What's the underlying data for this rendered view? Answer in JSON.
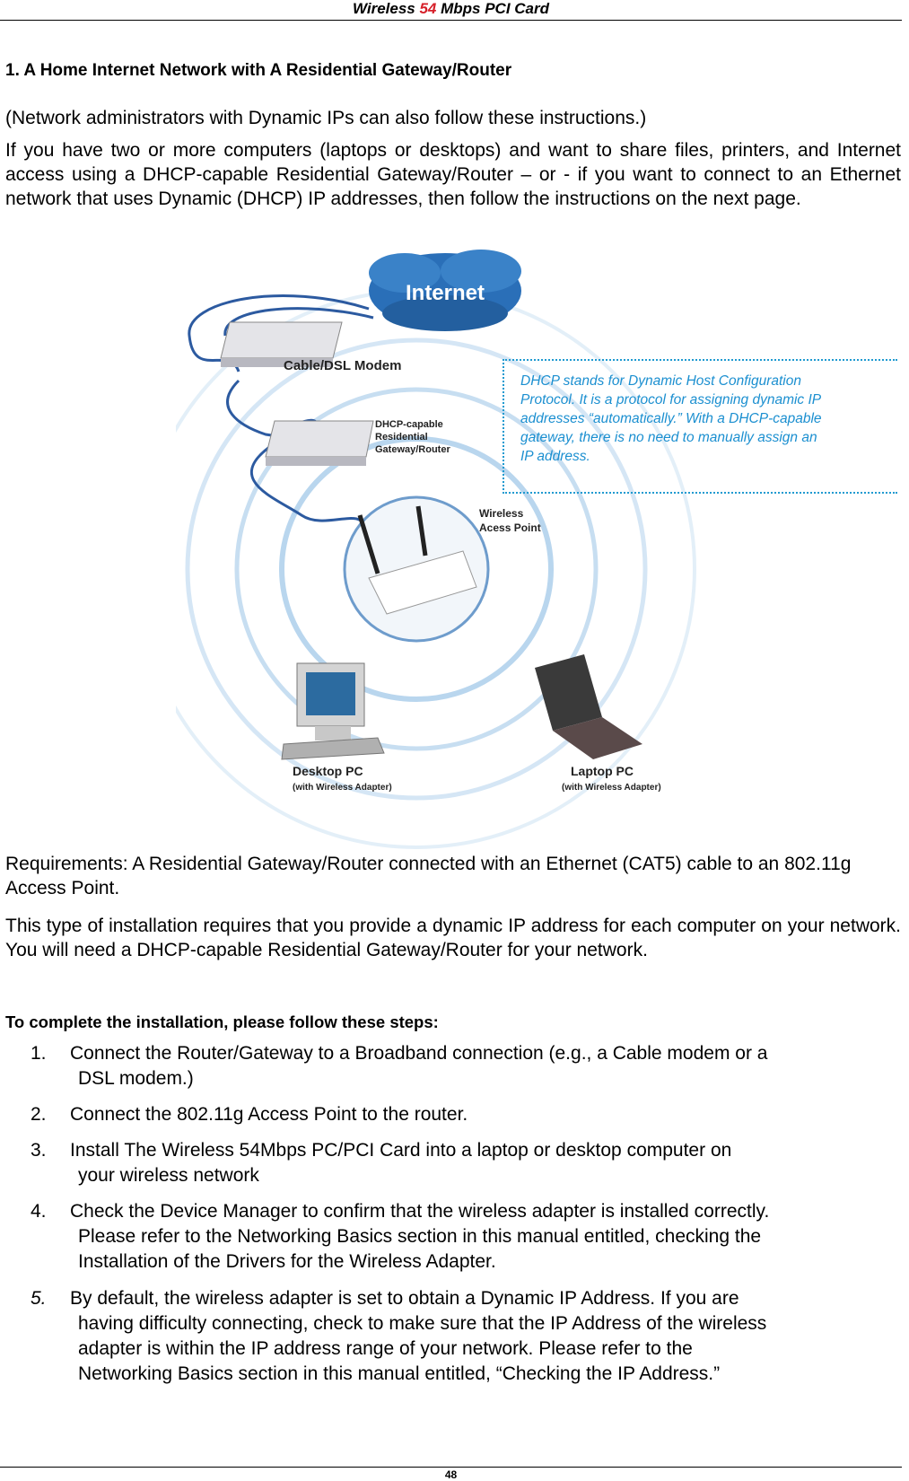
{
  "header": {
    "prefix": "Wireless ",
    "accent": "54",
    "suffix": " Mbps PCI Card"
  },
  "section_title": "1.  A Home Internet Network with A Residential Gateway/Router",
  "intro_note": "(Network administrators with Dynamic IPs can also follow these instructions.)",
  "intro_body": "If you have two or more computers (laptops or desktops) and want to share files, printers, and Internet access using a DHCP-capable Residential Gateway/Router – or - if you want to connect to an Ethernet network that uses Dynamic (DHCP) IP addresses, then follow the instructions on the next page.",
  "diagram": {
    "internet": "Internet",
    "modem": "Cable/DSL Modem",
    "router_lines": [
      "DHCP-capable",
      "Residential",
      "Gateway/Router"
    ],
    "ap_lines": [
      "Wireless",
      "Acess Point"
    ],
    "desktop_lines": [
      "Desktop PC",
      "(with Wireless Adapter)"
    ],
    "laptop_lines": [
      "Laptop PC",
      "(with Wireless Adapter)"
    ]
  },
  "callout_lines": [
    "DHCP stands for Dynamic Host Configuration",
    "Protocol.  It is a protocol for assigning dynamic IP",
    "addresses “automatically.”  With a DHCP-capable",
    "gateway, there is no need to manually assign an",
    "IP address."
  ],
  "requirements": "Requirements:  A Residential Gateway/Router connected with an Ethernet (CAT5) cable to an 802.11g Access Point.",
  "install_note": "This type of installation requires that you provide a dynamic IP address for each computer on your network. You will need a DHCP-capable Residential Gateway/Router for your network.",
  "steps_title": "To complete the installation, please follow these steps:",
  "steps": [
    {
      "num": "1.",
      "lines": [
        "Connect the Router/Gateway to a Broadband connection (e.g., a Cable modem or a",
        "DSL modem.)"
      ]
    },
    {
      "num": "2.",
      "lines": [
        "Connect the 802.11g Access Point to the router."
      ]
    },
    {
      "num": "3.",
      "lines": [
        "Install The Wireless 54Mbps PC/PCI Card into a laptop or desktop computer on",
        "your wireless network"
      ]
    },
    {
      "num": "4.",
      "lines": [
        "Check the Device Manager to confirm that the wireless adapter is installed correctly.",
        "Please refer to the Networking Basics section in this manual entitled, checking the",
        "Installation of the Drivers for the Wireless Adapter."
      ]
    },
    {
      "num": "5.",
      "lines": [
        "By default, the wireless adapter is set to obtain a Dynamic IP Address. If you are",
        "having difficulty connecting, check to make sure that the IP Address of the wireless",
        "adapter is within the IP address range of your network. Please refer to the",
        "Networking Basics section in this manual entitled, “Checking the IP Address.”"
      ]
    }
  ],
  "page_number": "48",
  "colors": {
    "accent_red": "#d6202a",
    "callout_blue": "#1b8fd0",
    "cloud_blue": "#2a6fb8"
  }
}
